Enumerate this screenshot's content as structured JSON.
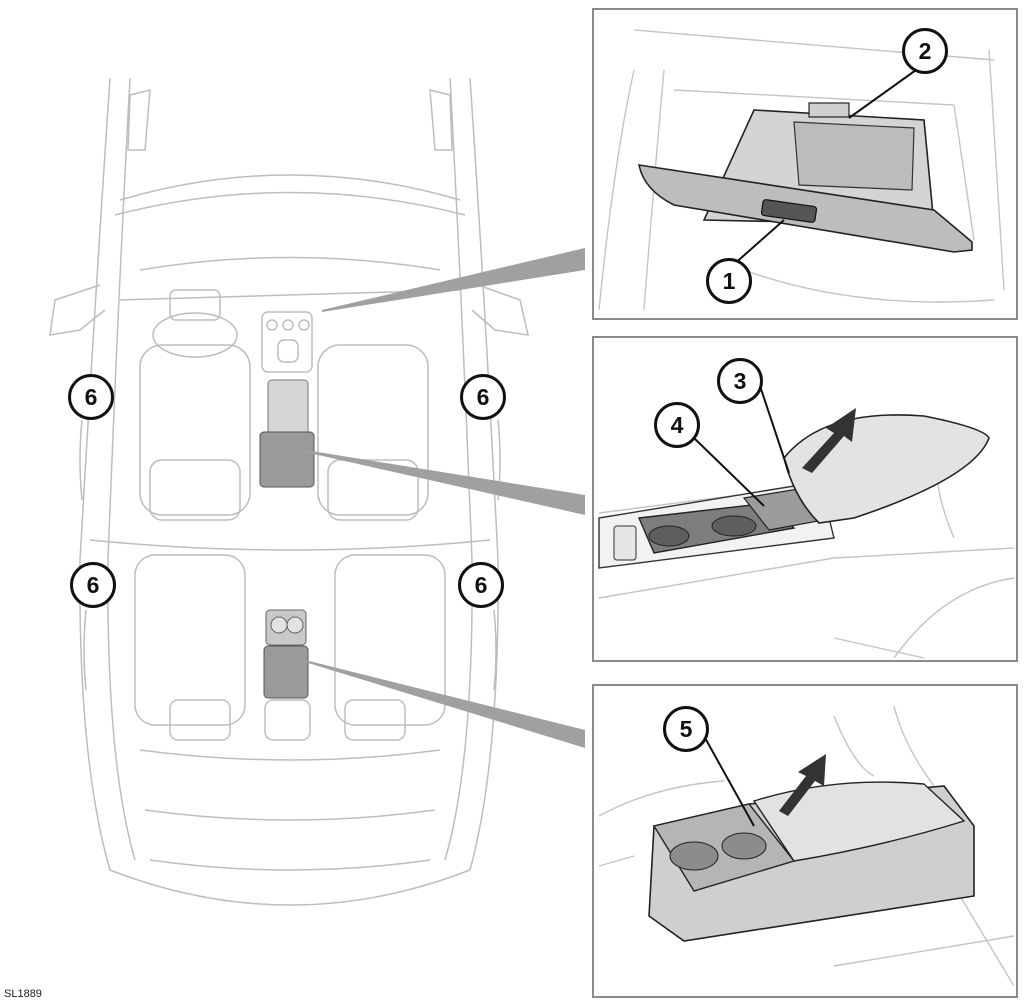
{
  "figure": {
    "code": "SL1889",
    "callouts": {
      "c1": "1",
      "c2": "2",
      "c3": "3",
      "c4": "4",
      "c5": "5",
      "c6a": "6",
      "c6b": "6",
      "c6c": "6",
      "c6d": "6"
    }
  },
  "colors": {
    "outline": "#111111",
    "light_line": "#b8b8b8",
    "frame": "#8a8a8a",
    "highlight_fill": "#9a9a9a",
    "pointer_beam": "#a0a0a0"
  }
}
